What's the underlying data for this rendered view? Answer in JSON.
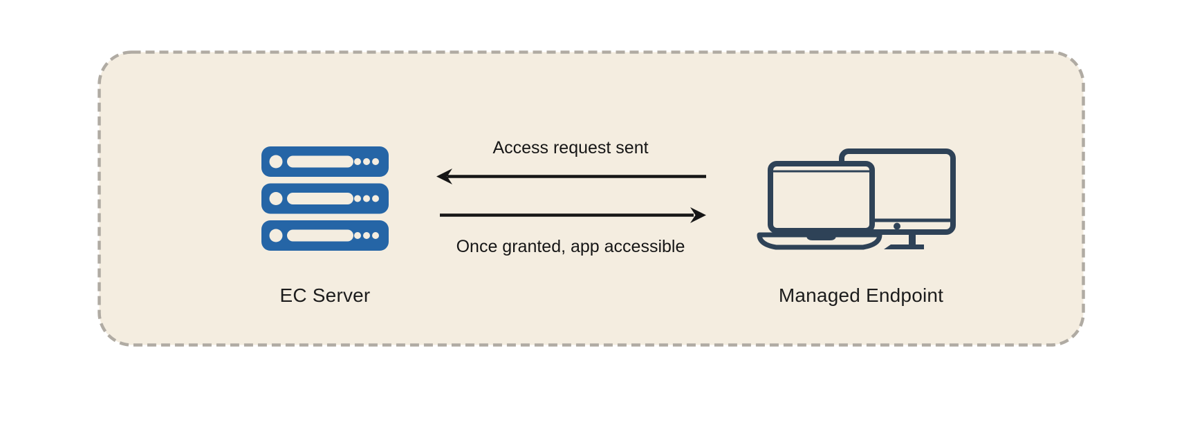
{
  "page": {
    "background_color": "#ffffff"
  },
  "panel": {
    "fill_color": "#f4ede0",
    "border_color": "#b0aba3",
    "border_style": "dashed"
  },
  "nodes": {
    "server": {
      "label": "EC Server",
      "icon": "server-stack-icon",
      "icon_color": "#2565a6"
    },
    "endpoint": {
      "label": "Managed Endpoint",
      "icon": "laptop-and-monitor-icon",
      "icon_color": "#2e4257"
    }
  },
  "flows": {
    "request": {
      "label": "Access request sent",
      "direction": "endpoint-to-server",
      "arrow_color": "#161616"
    },
    "grant": {
      "label": "Once granted, app accessible",
      "direction": "server-to-endpoint",
      "arrow_color": "#161616"
    }
  },
  "text_color": "#1c1c1c"
}
